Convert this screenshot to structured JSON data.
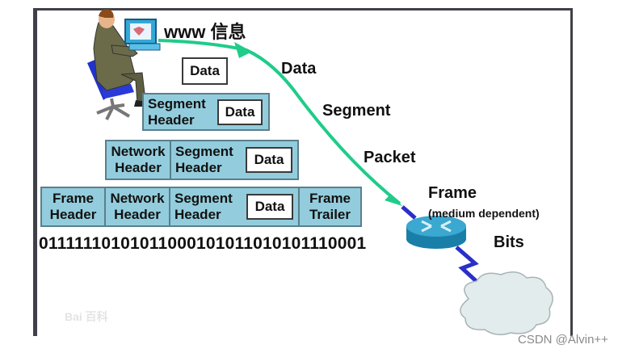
{
  "title_text": "www 信息",
  "layer_labels": {
    "data": "Data",
    "segment": "Segment",
    "packet": "Packet",
    "frame": "Frame",
    "frame_note": "(medium dependent)",
    "bits": "Bits"
  },
  "rows": {
    "data_row": {
      "data": "Data"
    },
    "segment_row": {
      "segment_header": [
        "Segment",
        "Header"
      ],
      "data": "Data"
    },
    "packet_row": {
      "network_header": [
        "Network",
        "Header"
      ],
      "segment_header": [
        "Segment",
        "Header"
      ],
      "data": "Data"
    },
    "frame_row": {
      "frame_header": [
        "Frame",
        "Header"
      ],
      "network_header": [
        "Network",
        "Header"
      ],
      "segment_header": [
        "Segment",
        "Header"
      ],
      "data": "Data",
      "frame_trailer": [
        "Frame",
        "Trailer"
      ]
    }
  },
  "bitstream": "01111110101011000101011010101110001",
  "watermark": "Bai 百科",
  "credit": "CSDN @Alvin++",
  "colors": {
    "header_fill": "#93cddd",
    "arrow_green": "#1fcc8a",
    "link_blue": "#2a2fc8",
    "router_blue": "#1f8fb8",
    "cloud_fill": "#e3ecec",
    "frame_border": "#3f4049"
  },
  "icons": [
    "person-at-computer-icon",
    "router-icon",
    "cloud-icon",
    "lightning-link-icon"
  ]
}
